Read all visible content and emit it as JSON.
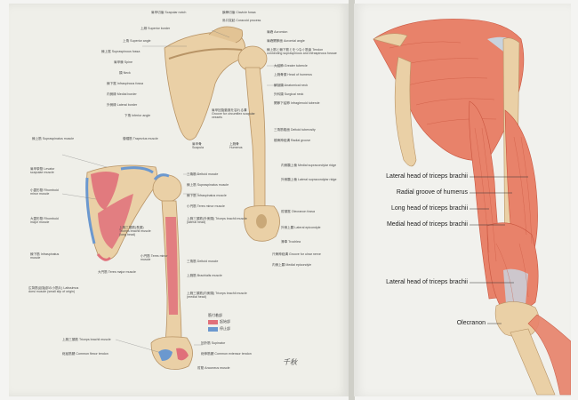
{
  "left_page": {
    "labels_top": [
      "肩甲切痕 Scapular notch",
      "鎖骨切痕 Clavicle fossa",
      "烏口突起 Coracoid process",
      "上縁 Superior border",
      "肩峰 Acromion",
      "上角 Superior angle",
      "肩峰関節面 Acromial angle",
      "棘上窩 Supraspinous fossa",
      "棘上筋と棘下筋とをつなぐ筋束 Tendon connecting supraspinous and infraspinous fossae",
      "肩甲棘 Spine",
      "大結節 Greater tubercle",
      "頸 Neck",
      "上腕骨頭 Head of humerus",
      "棘下窩 Infraspinous fossa",
      "解剖頸 Anatomical neck",
      "内側縁 Medial border",
      "外科頸 Surgical neck",
      "外側縁 Lateral border",
      "関節下結節 Infraglenoid tubercle",
      "下角 Inferior angle",
      "肩甲回旋動脈を容れる溝 Groove for circumflex scapular vessels",
      "三角筋粗面 Deltoid tuberosity",
      "橈骨神経溝 Radial groove",
      "肩甲骨 Scapula",
      "上腕骨 Humerus",
      "内側顆上稜 Medial supracondylar ridge",
      "外側顆上稜 Lateral supracondylar ridge",
      "肘頭窩 Olecranon fossa",
      "外側上顆 Lateral epicondyle",
      "滑車 Trochlea",
      "尺骨神経溝 Groove for ulnar nerve",
      "内側上顆 Medial epicondyle"
    ],
    "labels_bottom": [
      "棘上筋 Supraspinatus muscle",
      "僧帽筋 Trapezius muscle",
      "肩甲挙筋 Levator scapulae muscle",
      "三角筋 Deltoid muscle",
      "小菱形筋 Rhomboid minor muscle",
      "棘上筋 Supraspinatus muscle",
      "棘下筋 Infraspinatus muscle",
      "大菱形筋 Rhomboid major muscle",
      "小円筋 Teres minor muscle",
      "上腕三頭筋(外側頭) Triceps brachii muscle (lateral head)",
      "上腕三頭筋(長頭) Triceps brachii muscle (long head)",
      "棘下筋 Infraspinatus muscle",
      "小円筋 Teres minor muscle",
      "三角筋 Deltoid muscle",
      "大円筋 Teres major muscle",
      "上腕筋 Brachialis muscle",
      "広背筋(起始部の小筋片) Latissimus dorsi muscle (small slip of origin)",
      "上腕三頭筋(内側頭) Triceps brachii muscle (medial head)",
      "上腕三頭筋 Triceps brachii muscle",
      "回外筋 Supinator",
      "総屈筋腱 Common flexor tendon",
      "総伸筋腱 Common extensor tendon",
      "肘筋 Anconeus muscle"
    ],
    "legend": {
      "title": "筋付着部",
      "origin": "起始部",
      "insertion": "停止部"
    },
    "signature": "千秋"
  },
  "right_page": {
    "labels": [
      "Lateral head of triceps brachii",
      "Radial groove of humerus",
      "Long head of triceps brachii",
      "Medial head of triceps brachii",
      "Lateral head of triceps brachii",
      "Olecranon"
    ]
  },
  "colors": {
    "muscle": "#e8826a",
    "muscle_dark": "#c9553f",
    "bone": "#ead0a6",
    "bone_shade": "#c9a878",
    "origin": "#e0707a",
    "insertion": "#6b98cf",
    "tendon": "#c8d3de"
  }
}
